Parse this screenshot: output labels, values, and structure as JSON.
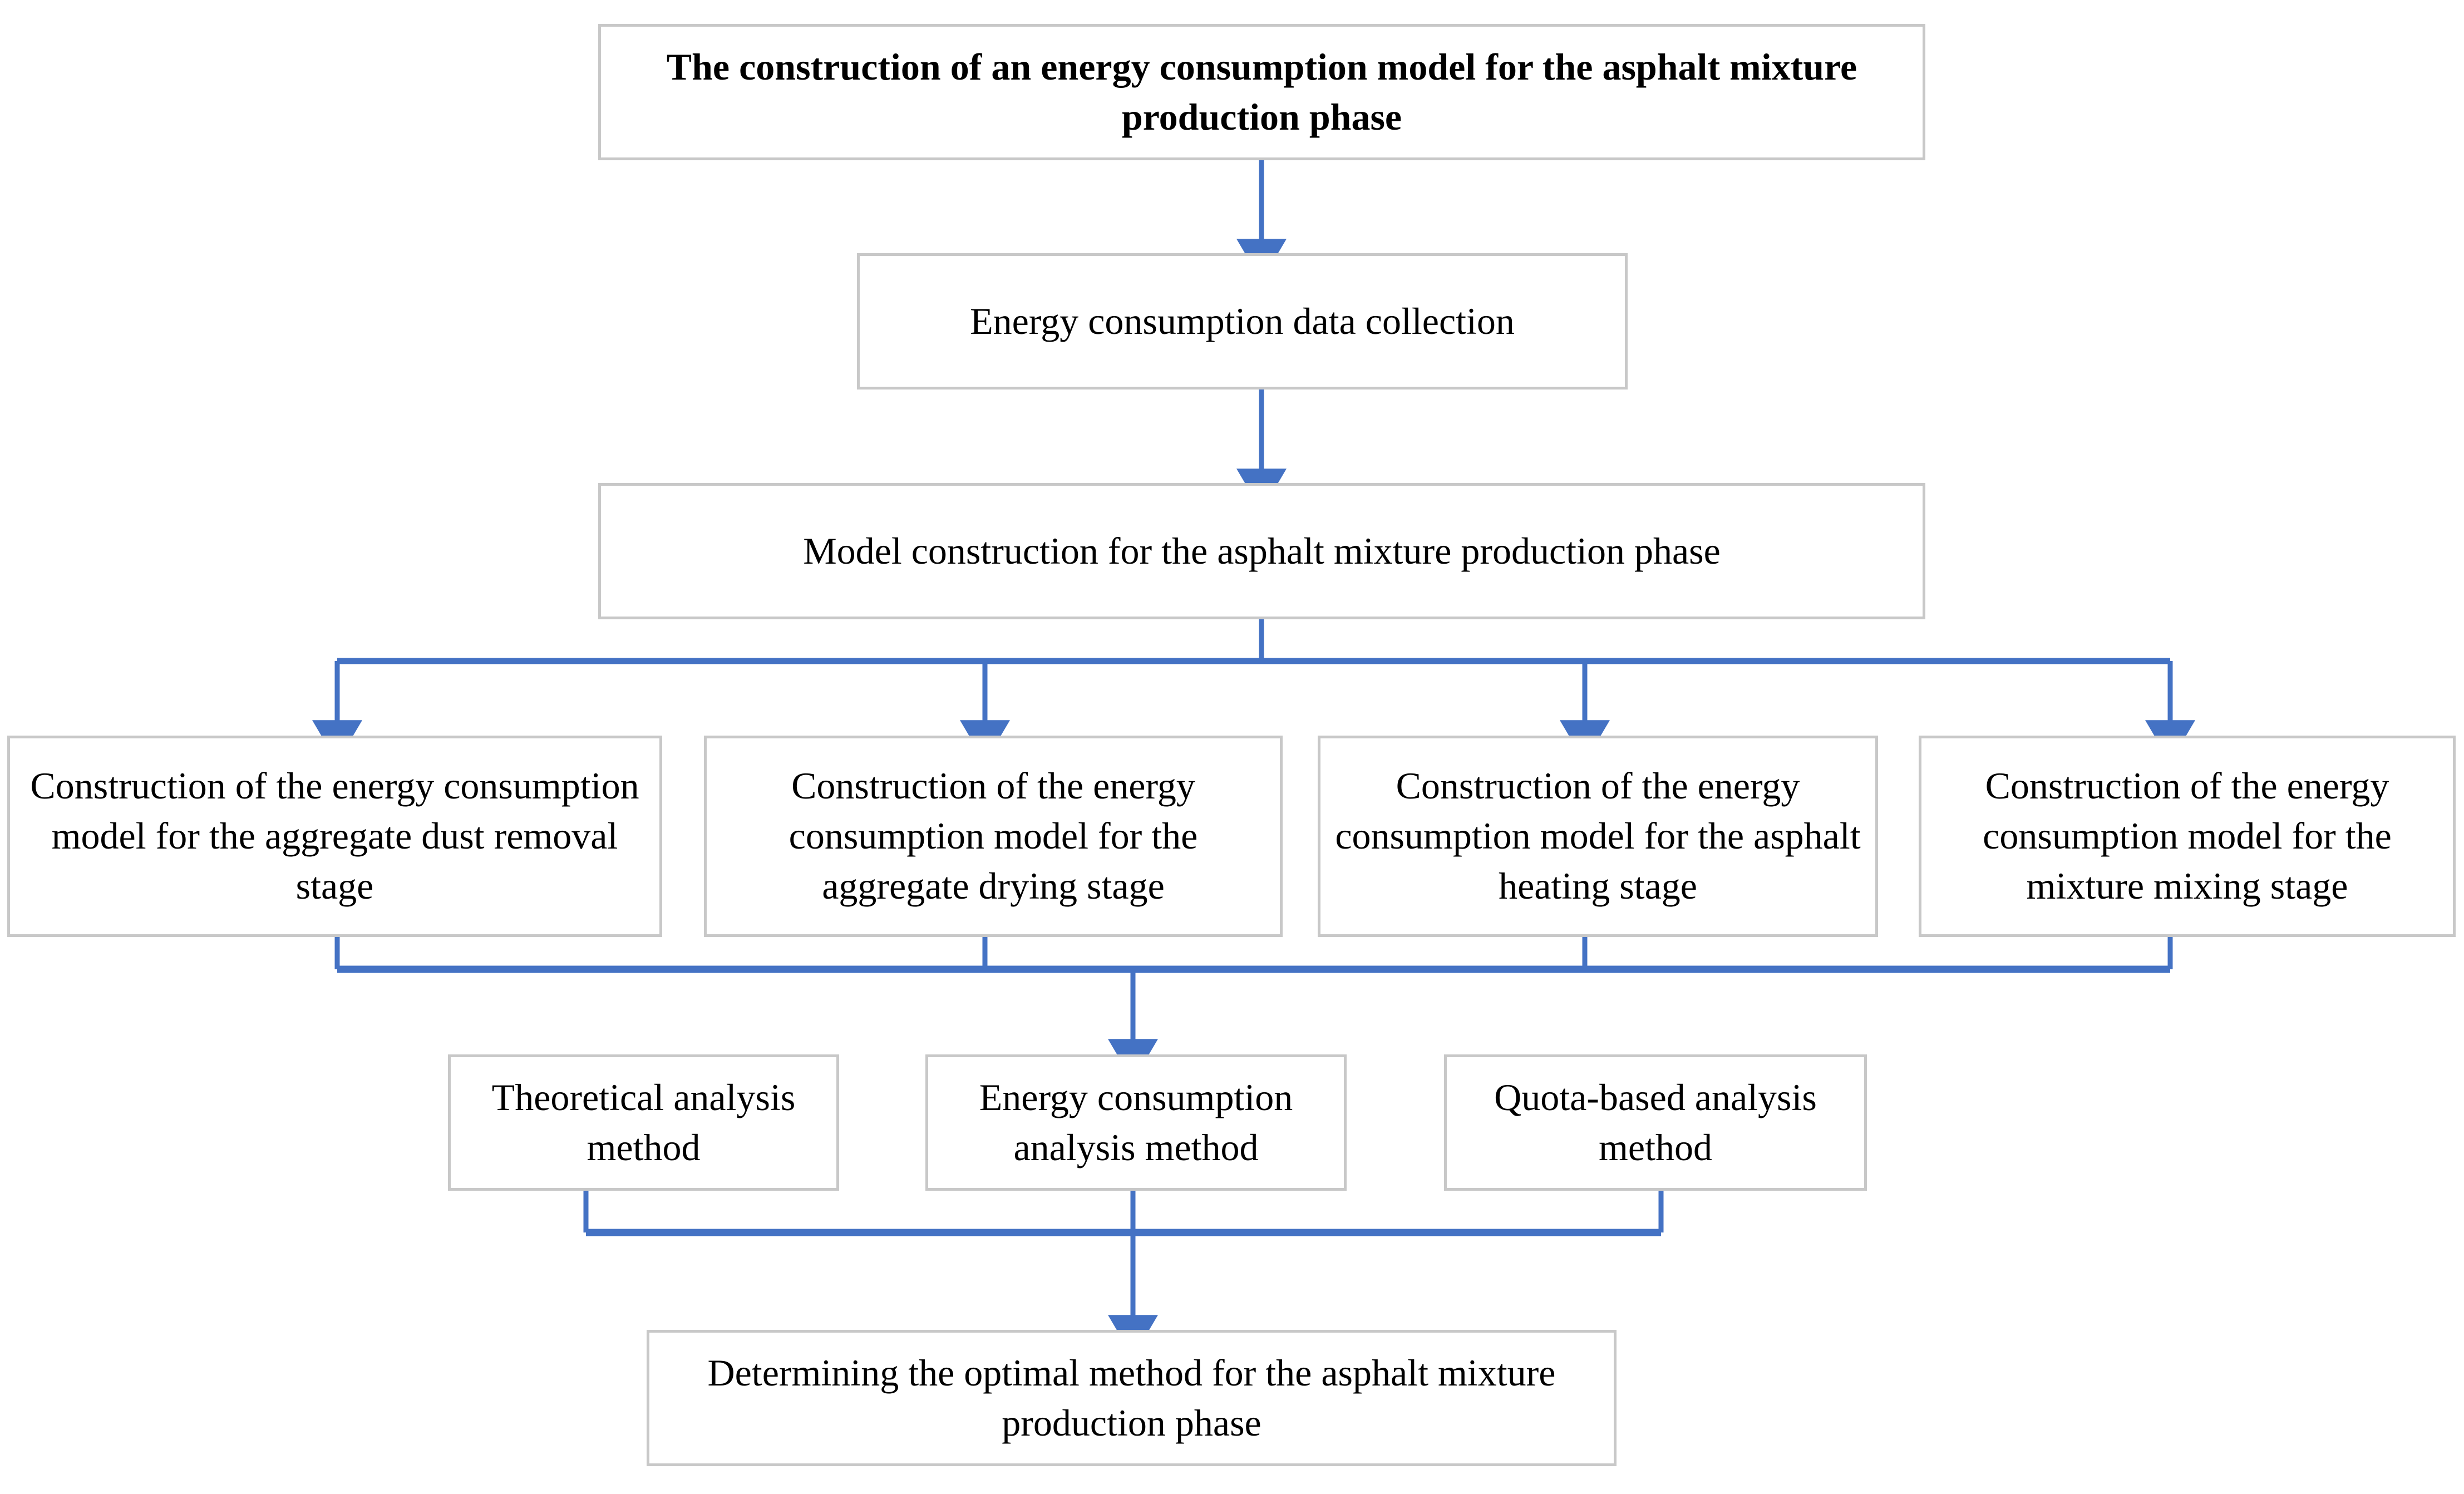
{
  "diagram": {
    "title": "The construction of an energy consumption model for the asphalt mixture production phase",
    "accent_color": "#4472C4",
    "box_border_color": "#C8C8C8",
    "background_color": "#FFFFFF",
    "text_color": "#000000",
    "nodes": {
      "root": "The construction of an energy consumption model for the asphalt mixture production phase",
      "data_collection": "Energy consumption data collection",
      "model_construction": "Model construction for the asphalt mixture production phase",
      "stage_dust_removal": "Construction of the energy consumption model for the aggregate dust removal stage",
      "stage_drying": "Construction of the energy consumption model for the aggregate drying stage",
      "stage_asphalt_heating": "Construction of the energy consumption model for the asphalt heating stage",
      "stage_mixture_mixing": "Construction of the energy consumption model for the mixture mixing stage",
      "method_theoretical": "Theoretical analysis method",
      "method_energy_consumption": "Energy consumption analysis method",
      "method_quota_based": "Quota-based analysis method",
      "outcome": "Determining the optimal method for the asphalt mixture production phase"
    }
  }
}
